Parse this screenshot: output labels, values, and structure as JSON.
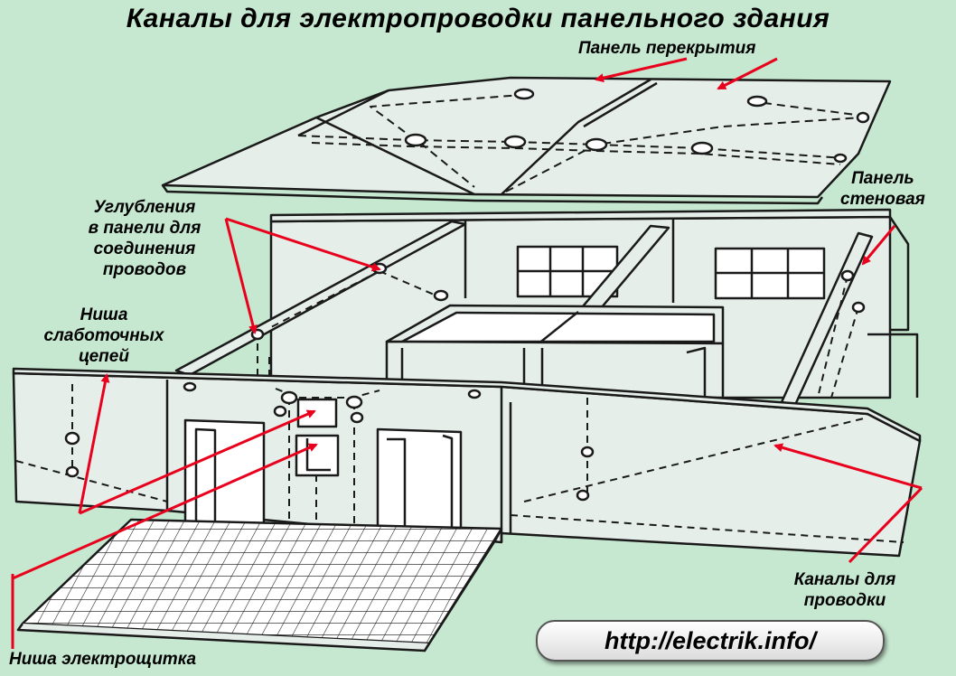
{
  "title": "Каналы для электропроводки панельного здания",
  "labels": {
    "floor_panel": "Панель перекрытия",
    "wall_panel": [
      "Панель",
      "стеновая"
    ],
    "recesses": [
      "Углубления",
      "в панели для",
      "соединения",
      "проводов"
    ],
    "low_current_niche": [
      "Ниша",
      "слаботочных",
      "цепей"
    ],
    "panel_niche": "Ниша электрощитка",
    "wiring_channels": [
      "Каналы для",
      "проводки"
    ]
  },
  "url": "http://electrik.info/",
  "colors": {
    "background": "#c7e8d0",
    "panel": "#e6eeea",
    "line": "#1a1a1a",
    "arrow": "#e8001c"
  }
}
